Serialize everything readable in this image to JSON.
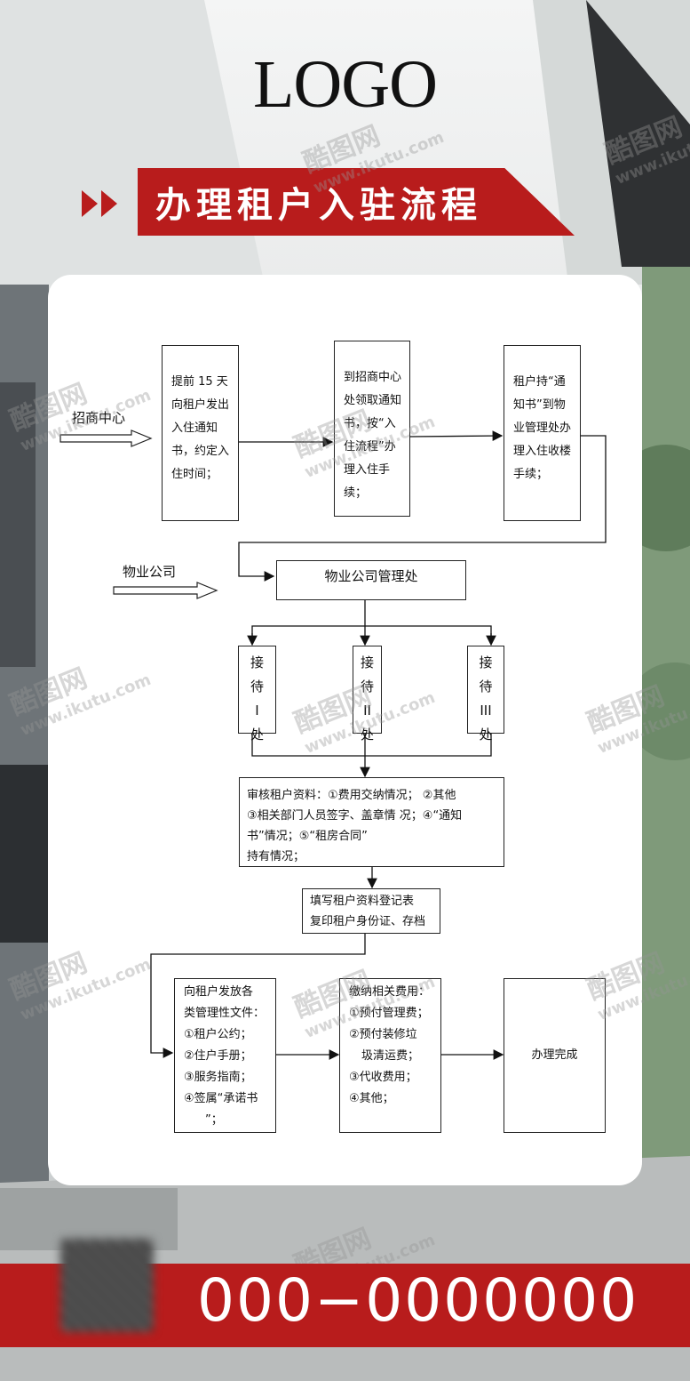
{
  "logo": "LOGO",
  "title": "办理租户入驻流程",
  "lane_labels": {
    "investment": "招商中心",
    "property": "物业公司"
  },
  "steps": {
    "s1": "提前 15 天向租户发出入住通知书，约定入住时间；",
    "s2": "到招商中心处领取通知书，按“入住流程”办理入住手续；",
    "s3": "租户持“通知书”到物业管理处办理入住收楼手续；",
    "mgmt": "物业公司管理处",
    "desk1": "接待I处",
    "desk2": "接待II处",
    "desk3": "接待III处",
    "review_lines": [
      "审核租户资料：①费用交纳情况；  ②其他",
      "③相关部门人员签字、盖章情 况；④“通知",
      "书”情况；⑤“租房合同”",
      "持有情况；"
    ],
    "register_lines": [
      "填写租户资料登记表",
      "复印租户身份证、存档"
    ],
    "docs_lines": [
      "向租户发放各",
      "类管理性文件：",
      "①租户公约；",
      "②住户手册；",
      "③服务指南；",
      "④签属“承诺书",
      "”；"
    ],
    "fees_lines": [
      "缴纳相关费用：",
      "①预付管理费；",
      "②预付装修垃",
      "圾清运费；",
      "③代收费用；",
      "④其他；"
    ],
    "done": "办理完成"
  },
  "watermark": {
    "brand": "酷图网",
    "url": "www.ikutu.com"
  },
  "footer": {
    "phone": "000−0000000"
  },
  "colors": {
    "accent_red": "#b81c1c",
    "card_bg": "#ffffff"
  }
}
